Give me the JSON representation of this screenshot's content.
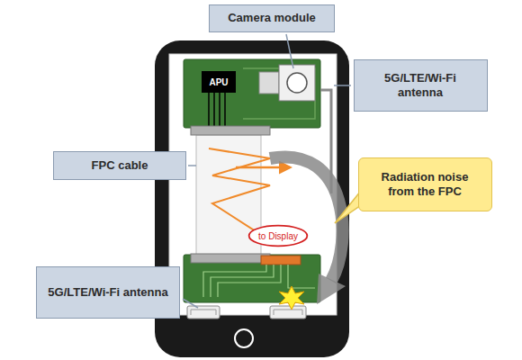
{
  "diagram": {
    "nodes": [
      {
        "text": [
          "Camera module"
        ]
      },
      {
        "text": [
          "APU"
        ]
      },
      {
        "text": [
          "5G/LTE/Wi-Fi antenna"
        ]
      },
      {
        "text": [
          "FPC cable"
        ]
      },
      {
        "text": [
          "Radiation noise from the FPC"
        ]
      },
      {
        "text": [
          "to Display"
        ]
      },
      {
        "text": [
          "5G/LTE/Wi-Fi antenna"
        ]
      }
    ]
  }
}
